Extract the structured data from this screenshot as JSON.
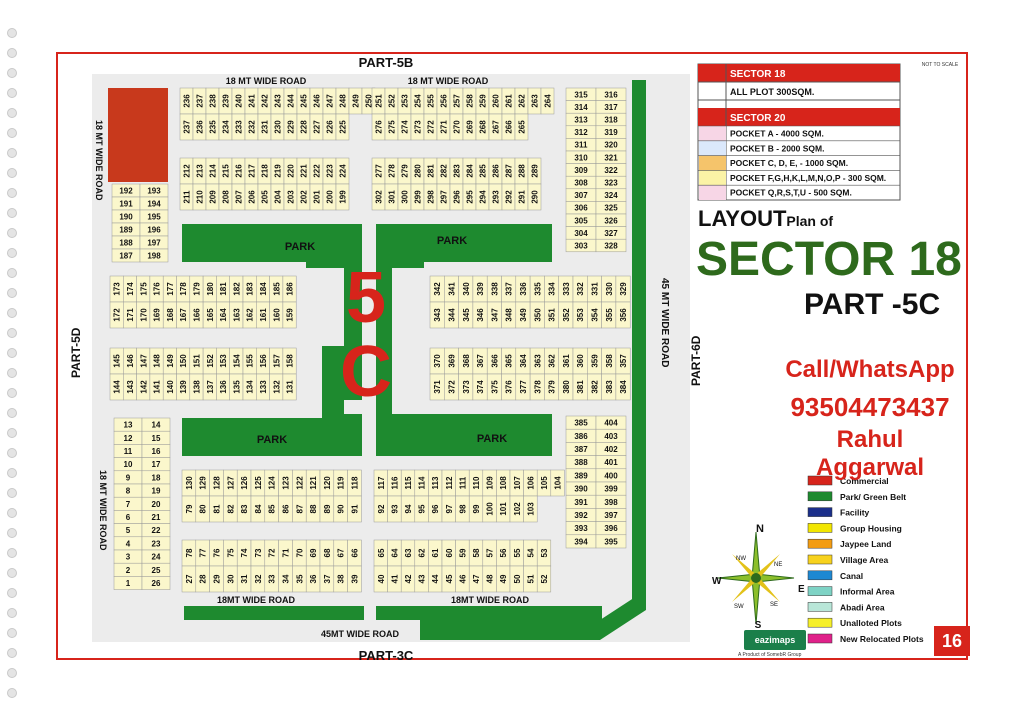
{
  "colors": {
    "frame": "#d7241b",
    "park": "#1e8a2f",
    "commercial": "#c8391c",
    "plot": "#fbf7cc",
    "road": "#d9d9d9"
  },
  "map": {
    "part_top": "PART-5B",
    "part_bottom": "PART-3C",
    "part_left": "PART-5D",
    "part_right": "PART-6D",
    "road_top_left": "18 MT WIDE ROAD",
    "road_top_right": "18 MT WIDE ROAD",
    "road_left_top": "18 MT WIDE ROAD",
    "road_left_bottom": "18 MT WIDE ROAD",
    "road_right": "45 MT WIDE ROAD",
    "road_bottom_left": "18MT WIDE ROAD",
    "road_bottom_right": "18MT WIDE ROAD",
    "road_bottom": "45MT WIDE ROAD",
    "park_label": "PARK",
    "sector_mark_top": "5",
    "sector_mark_bottom": "C"
  },
  "table": {
    "sector18_header": "SECTOR 18",
    "sector18_row": "ALL PLOT  300SQM.",
    "sector20_header": "SECTOR 20",
    "pockets": [
      "POCKET A   - 4000 SQM.",
      "POCKET B   - 2000 SQM.",
      "POCKET C, D, E, - 1000 SQM.",
      "POCKET  F,G,H,K,L,M,N,O,P  - 300 SQM.",
      "POCKET Q,R,S,T,U  - 500 SQM."
    ],
    "pocket_colors": [
      "#f7d6e6",
      "#dbe8fb",
      "#f5c46b",
      "#fbf3a6",
      "#f7d6e6"
    ]
  },
  "note_scale": "NOT TO SCALE",
  "title": {
    "layout": "LAYOUT",
    "plan_of": "Plan of",
    "sector": "SECTOR 18",
    "part": "PART -5C"
  },
  "contact": {
    "call": "Call/WhatsApp",
    "phone": "93504473437",
    "name": "Rahul Aggarwal"
  },
  "compass": {
    "n": "N",
    "s": "S",
    "e": "E",
    "w": "W",
    "nw": "NW",
    "ne": "NE",
    "sw": "SW",
    "se": "SE"
  },
  "legend": [
    {
      "label": "Commercial",
      "color": "#d7241b"
    },
    {
      "label": "Park/ Green Belt",
      "color": "#1e8a2f"
    },
    {
      "label": "Facility",
      "color": "#1b2f8a"
    },
    {
      "label": "Group Housing",
      "color": "#f2e600"
    },
    {
      "label": "Jaypee Land",
      "color": "#f39c12"
    },
    {
      "label": "Village Area",
      "color": "#f7d21e"
    },
    {
      "label": "Canal",
      "color": "#1e88d2"
    },
    {
      "label": "Informal Area",
      "color": "#7ed3c5"
    },
    {
      "label": "Abadi Area",
      "color": "#b8e6d8"
    },
    {
      "label": "Unalloted Plots",
      "color": "#f6ef2a"
    },
    {
      "label": "New Relocated Plots",
      "color": "#e0218a"
    }
  ],
  "brand": "eazimaps",
  "brand_sub": "A Product of SomebR Group",
  "page_number": "16",
  "plots": {
    "top_left_upper": [
      "236",
      "237",
      "238",
      "239",
      "240",
      "241",
      "242",
      "243",
      "244",
      "245",
      "246",
      "247",
      "248",
      "249",
      "250"
    ],
    "top_left_upper_b": [
      "237",
      "236",
      "235",
      "234",
      "233",
      "232",
      "231",
      "230",
      "229",
      "228",
      "227",
      "226",
      "225"
    ],
    "top_right_upper": [
      "251",
      "252",
      "253",
      "254",
      "255",
      "256",
      "257",
      "258",
      "259",
      "260",
      "261",
      "262",
      "263",
      "264"
    ],
    "top_right_upper_b": [
      "276",
      "275",
      "274",
      "273",
      "272",
      "271",
      "270",
      "269",
      "268",
      "267",
      "266",
      "265"
    ],
    "top_left_lower": [
      "212",
      "213",
      "214",
      "215",
      "216",
      "217",
      "218",
      "219",
      "220",
      "221",
      "222",
      "223",
      "224"
    ],
    "top_left_lower_b": [
      "211",
      "210",
      "209",
      "208",
      "207",
      "206",
      "205",
      "204",
      "203",
      "202",
      "201",
      "200",
      "199"
    ],
    "top_right_lower": [
      "277",
      "278",
      "279",
      "280",
      "281",
      "282",
      "283",
      "284",
      "285",
      "286",
      "287",
      "288",
      "289"
    ],
    "top_right_lower_b": [
      "302",
      "301",
      "300",
      "299",
      "298",
      "297",
      "296",
      "295",
      "294",
      "293",
      "292",
      "291",
      "290"
    ],
    "right_col_a": [
      "315",
      "314",
      "313",
      "312",
      "311",
      "310",
      "309",
      "308",
      "307",
      "306",
      "305",
      "304",
      "303"
    ],
    "right_col_b": [
      "316",
      "317",
      "318",
      "319",
      "320",
      "321",
      "322",
      "323",
      "324",
      "325",
      "326",
      "327",
      "328"
    ],
    "left_small_a": [
      "192",
      "191",
      "190",
      "189",
      "188",
      "187"
    ],
    "left_small_b": [
      "193",
      "194",
      "195",
      "196",
      "197",
      "198"
    ],
    "mid_left_1": [
      "173",
      "174",
      "175",
      "176",
      "177",
      "178",
      "179",
      "180",
      "181",
      "182",
      "183",
      "184",
      "185",
      "186"
    ],
    "mid_left_1b": [
      "172",
      "171",
      "170",
      "169",
      "168",
      "167",
      "166",
      "165",
      "164",
      "163",
      "162",
      "161",
      "160",
      "159"
    ],
    "mid_right_1": [
      "342",
      "341",
      "340",
      "339",
      "338",
      "337",
      "336",
      "335",
      "334",
      "333",
      "332",
      "331",
      "330",
      "329"
    ],
    "mid_right_1b": [
      "343",
      "344",
      "345",
      "346",
      "347",
      "348",
      "349",
      "350",
      "351",
      "352",
      "353",
      "354",
      "355",
      "356"
    ],
    "mid_left_2": [
      "145",
      "146",
      "147",
      "148",
      "149",
      "150",
      "151",
      "152",
      "153",
      "154",
      "155",
      "156",
      "157",
      "158"
    ],
    "mid_left_2b": [
      "144",
      "143",
      "142",
      "141",
      "140",
      "139",
      "138",
      "137",
      "136",
      "135",
      "134",
      "133",
      "132",
      "131"
    ],
    "mid_right_2": [
      "370",
      "369",
      "368",
      "367",
      "366",
      "365",
      "364",
      "363",
      "362",
      "361",
      "360",
      "359",
      "358",
      "357"
    ],
    "mid_right_2b": [
      "371",
      "372",
      "373",
      "374",
      "375",
      "376",
      "377",
      "378",
      "379",
      "380",
      "381",
      "382",
      "383",
      "384"
    ],
    "left_lower_a": [
      "13",
      "12",
      "11",
      "10",
      "9",
      "8",
      "7",
      "6",
      "5",
      "4",
      "3",
      "2",
      "1"
    ],
    "left_lower_b": [
      "14",
      "15",
      "16",
      "17",
      "18",
      "19",
      "20",
      "21",
      "22",
      "23",
      "24",
      "25",
      "26"
    ],
    "right_lower_a": [
      "385",
      "386",
      "387",
      "388",
      "389",
      "390",
      "391",
      "392",
      "393",
      "394"
    ],
    "right_lower_b": [
      "404",
      "403",
      "402",
      "401",
      "400",
      "399",
      "398",
      "397",
      "396",
      "395"
    ],
    "bot_left_1": [
      "130",
      "129",
      "128",
      "127",
      "126",
      "125",
      "124",
      "123",
      "122",
      "121",
      "120",
      "119",
      "118"
    ],
    "bot_left_1b": [
      "79",
      "80",
      "81",
      "82",
      "83",
      "84",
      "85",
      "86",
      "87",
      "88",
      "89",
      "90",
      "91"
    ],
    "bot_right_1": [
      "117",
      "116",
      "115",
      "114",
      "113",
      "112",
      "111",
      "110",
      "109",
      "108",
      "107",
      "106",
      "105",
      "104"
    ],
    "bot_right_1b": [
      "92",
      "93",
      "94",
      "95",
      "96",
      "97",
      "98",
      "99",
      "100",
      "101",
      "102",
      "103"
    ],
    "bot_left_2": [
      "78",
      "77",
      "76",
      "75",
      "74",
      "73",
      "72",
      "71",
      "70",
      "69",
      "68",
      "67",
      "66"
    ],
    "bot_left_2b": [
      "27",
      "28",
      "29",
      "30",
      "31",
      "32",
      "33",
      "34",
      "35",
      "36",
      "37",
      "38",
      "39"
    ],
    "bot_right_2": [
      "65",
      "64",
      "63",
      "62",
      "61",
      "60",
      "59",
      "58",
      "57",
      "56",
      "55",
      "54",
      "53"
    ],
    "bot_right_2b": [
      "40",
      "41",
      "42",
      "43",
      "44",
      "45",
      "46",
      "47",
      "48",
      "49",
      "50",
      "51",
      "52"
    ]
  }
}
